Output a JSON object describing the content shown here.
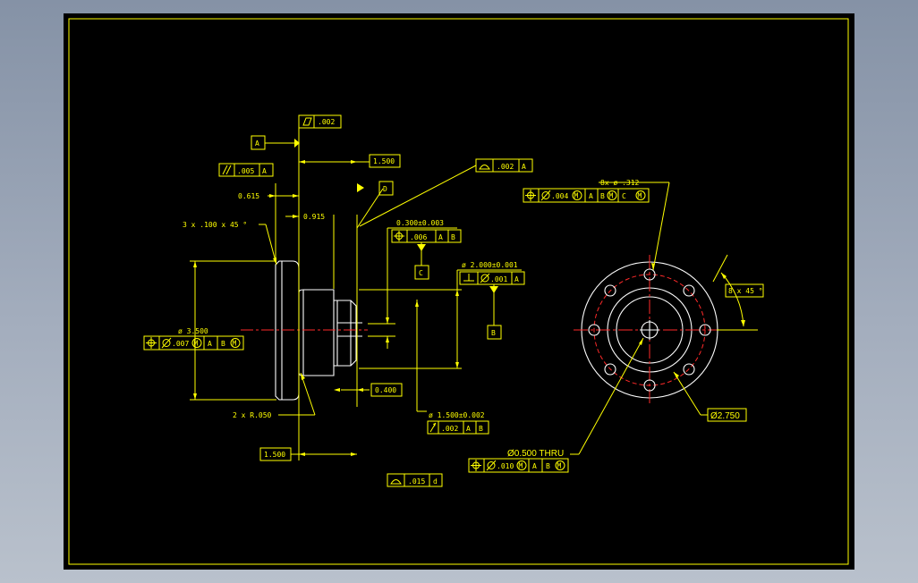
{
  "drawing": {
    "datums": {
      "a": "A",
      "b": "B",
      "c": "C",
      "d": "D"
    },
    "fcf_flatness": {
      "value": ".002"
    },
    "fcf_parallel": {
      "value": ".005",
      "ref": "A"
    },
    "fcf_profile_top": {
      "value": ".002",
      "ref": "A"
    },
    "fcf_tp_center": {
      "value": ".006",
      "ref1": "A",
      "ref2": "B"
    },
    "fcf_perp": {
      "value": ".001",
      "ref": "A"
    },
    "fcf_tp_left": {
      "value": ".007",
      "mod": "M",
      "ref1": "A",
      "ref2": "B",
      "ref2mod": "M"
    },
    "fcf_runout": {
      "value": ".002",
      "ref1": "A",
      "ref2": "B"
    },
    "fcf_profile_bottom": {
      "value": ".015",
      "ref": "d"
    },
    "fcf_tp_holes": {
      "value": ".004",
      "mod": "M",
      "ref1": "A",
      "ref2": "B",
      "ref2mod": "M",
      "ref3": "C",
      "ref3mod": "M"
    },
    "fcf_tp_thru": {
      "value": ".010",
      "mod": "M",
      "ref1": "A",
      "ref2": "B",
      "ref2mod": "M"
    },
    "dims": {
      "len_top": "1.500",
      "len_bottom": "1.500",
      "d0615": "0.615",
      "d0915": "0.915",
      "chamfer": "3 x .100 x 45 °",
      "slot_width": "0.300±0.003",
      "dia_2000": "ø 2.000±0.001",
      "dia_3500": "ø 3.500",
      "d0400": "0.400",
      "radius": "2 x R.050",
      "dia_1500": "ø 1.500±0.002",
      "holes": "8x  ø  .312",
      "angle": "8 x 45 °",
      "bc": "Ø2.750",
      "thru": "Ø0.500 THRU"
    }
  }
}
